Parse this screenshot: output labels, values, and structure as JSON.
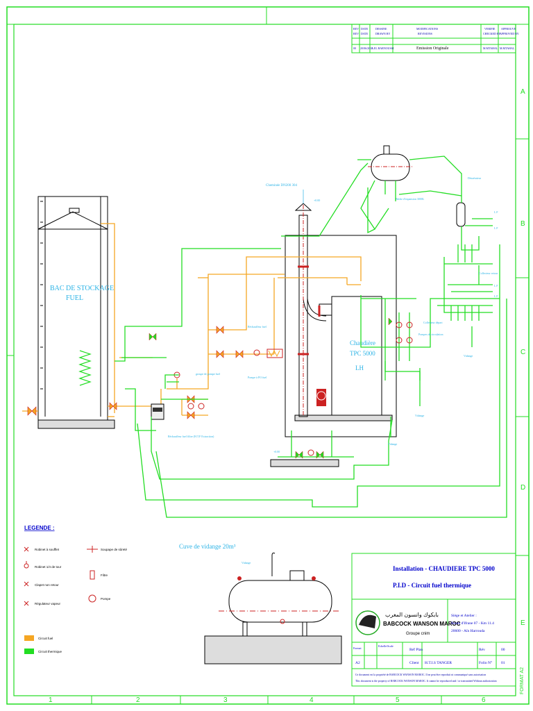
{
  "revision_table": {
    "headers": [
      [
        "REV",
        "REV"
      ],
      [
        "DATE",
        "DATE"
      ],
      [
        "DESSINE",
        "DRAWN BY"
      ],
      [
        "MODIFICATIONS",
        "REVISIONS"
      ],
      [
        "VERIFIE",
        "CHECKED BY"
      ],
      [
        "APPROUVE",
        "APPROVED BY"
      ]
    ],
    "row": [
      "00",
      "20/06/2015",
      "A.EL BARNOUSSI",
      "Emission Originale",
      "M.MTAHAL",
      "M.MTAHAL"
    ]
  },
  "grid": {
    "columns": [
      "1",
      "2",
      "3",
      "4",
      "5",
      "6"
    ],
    "rows": [
      "A",
      "B",
      "C",
      "D",
      "E"
    ],
    "format": "FORMAT A2"
  },
  "tank": {
    "line1": "BAC DE STOCKAGE",
    "line2": "FUEL"
  },
  "boiler": {
    "line1": "Chaudière",
    "line2": "TPC 5000",
    "line3": "LH"
  },
  "labels": {
    "chimney": "Cheminée DN200 304",
    "degasser": "Bâche d'expansion 3000L",
    "deaerator": "Désaérateur",
    "collector_return": "Collecteur retour",
    "collector_supply": "Collecteur départ",
    "reheater": "Réchauffeur fuel",
    "pump_fuel": "Pompe à FO fuel",
    "group_pump": "groupe de pompe fuel",
    "reheater_filter": "Réchauffeur fuel filtre (H.T.F Extraction)",
    "circ_pumps": "Pompes de circulation",
    "vidange1": "Vidange",
    "vidange2": "Vidange",
    "vidange3": "Vidange",
    "vidange4": "Vidange",
    "lf1": "L F",
    "lf2": "L F",
    "lf3": "L F",
    "lf4": "L F",
    "level1": "+0.00",
    "level2": "+0.00",
    "level3": "+0.00",
    "cuve": "Cuve de vidange 20m³"
  },
  "legend": {
    "title": "LEGENDE :",
    "items": [
      "Robinet à soufflet",
      "Robinet 1/4 de tour",
      "Clapet non retour",
      "Régulateur vapeur",
      "Soupape de sûreté",
      "Filtre",
      "Pompe",
      "Circuit fuel",
      "Circuit thermique"
    ],
    "colors": {
      "fuel": "#f5a623",
      "thermal": "#22dd22"
    }
  },
  "title_block": {
    "line1": "Installation - CHAUDIERE TPC 5000",
    "line2": "P.I.D  - Circuit fuel thermique",
    "company": "BABCOCK WANSON MAROC",
    "company_ar": "بابكوك وانسون المغرب",
    "groupe": "Groupe cnim",
    "addr1": "Siège et Atelier :",
    "addr2": "Route d'Ifrane 07 - Km 11.4",
    "addr3": "20600 - Aïn Harrouda",
    "format_label": "Format",
    "format_val": "A2",
    "scale": "Echelle/Scale",
    "ref_label": "Réf Plan",
    "rev_label": "Rév",
    "rev_val": "00",
    "client_label": "Client",
    "client_val": "H.T.I.S TANGER",
    "sheet_label": "Folio N°",
    "sheet_val": "01",
    "note1": "Ce document est la propriété de BABCOCK WANSON MAROC. Il ne peut être reproduit ni communiqué sans autorisation",
    "note2": "This document is the property of BABCOCK WANSON MAROC. It cannot be reproduced and / or transmitted Without authorization"
  }
}
